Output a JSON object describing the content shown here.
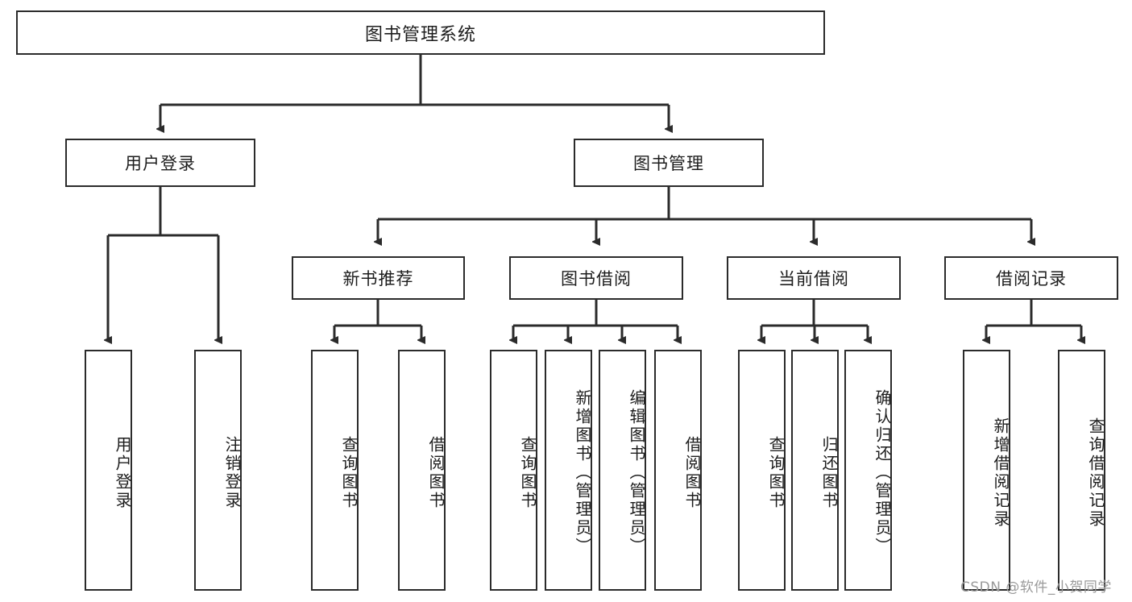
{
  "diagram": {
    "type": "tree",
    "title": "图书管理系统",
    "root": {
      "label": "图书管理系统"
    },
    "level1": [
      {
        "label": "用户登录"
      },
      {
        "label": "图书管理"
      }
    ],
    "level2": [
      {
        "label": "新书推荐",
        "parent": "图书管理"
      },
      {
        "label": "图书借阅",
        "parent": "图书管理"
      },
      {
        "label": "当前借阅",
        "parent": "图书管理"
      },
      {
        "label": "借阅记录",
        "parent": "图书管理"
      }
    ],
    "leaves": {
      "user_login": [
        {
          "label": "用户登录"
        },
        {
          "label": "注销登录"
        }
      ],
      "new_book_recommend": [
        {
          "label": "查询图书"
        },
        {
          "label": "借阅图书"
        }
      ],
      "book_borrow": [
        {
          "label": "查询图书"
        },
        {
          "label": "新增图书（管理员）"
        },
        {
          "label": "编辑图书（管理员）"
        },
        {
          "label": "借阅图书"
        }
      ],
      "current_borrow": [
        {
          "label": "查询图书"
        },
        {
          "label": "归还图书"
        },
        {
          "label": "确认归还（管理员）"
        }
      ],
      "borrow_record": [
        {
          "label": "新增借阅记录"
        },
        {
          "label": "查询借阅记录"
        }
      ]
    }
  },
  "watermark": {
    "text": "CSDN @软件_小贺同学"
  },
  "colors": {
    "stroke": "#2b2b2b",
    "background": "#ffffff",
    "text": "#1d1d1d",
    "watermark": "#9a9a9a"
  }
}
